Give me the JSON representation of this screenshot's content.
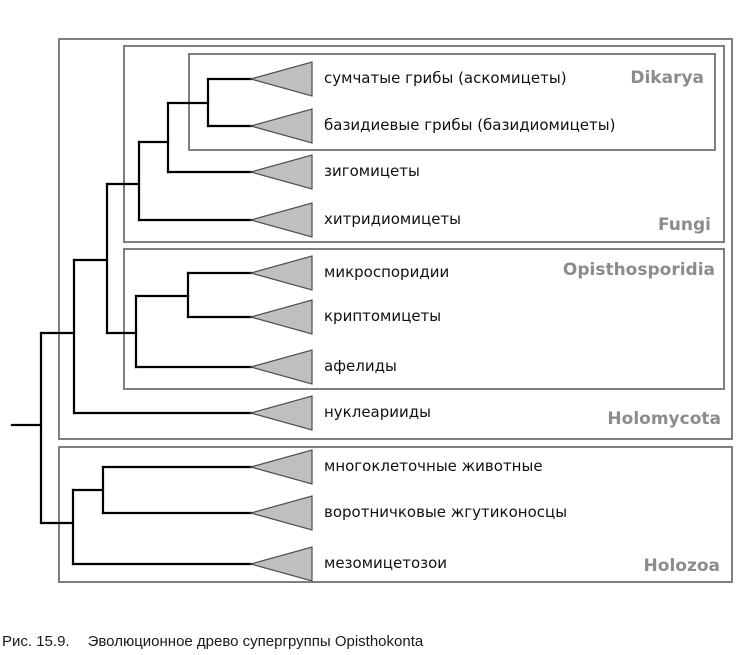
{
  "groups": {
    "dikarya": "Dikarya",
    "fungi": "Fungi",
    "opisthosporidia": "Opisthosporidia",
    "holomycota": "Holomycota",
    "holozoa": "Holozoa"
  },
  "taxa": [
    "сумчатые грибы (аскомицеты)",
    "базидиевые грибы (базидиомицеты)",
    "зигомицеты",
    "хитридиомицеты",
    "микроспоридии",
    "криптомицеты",
    "афелиды",
    "нуклеарииды",
    "многоклеточные животные",
    "воротничковые жгутиконосцы",
    "мезомицетозои"
  ],
  "caption": {
    "number": "Рис. 15.9.",
    "text": "Эволюционное древо супергруппы Opisthokonta"
  }
}
